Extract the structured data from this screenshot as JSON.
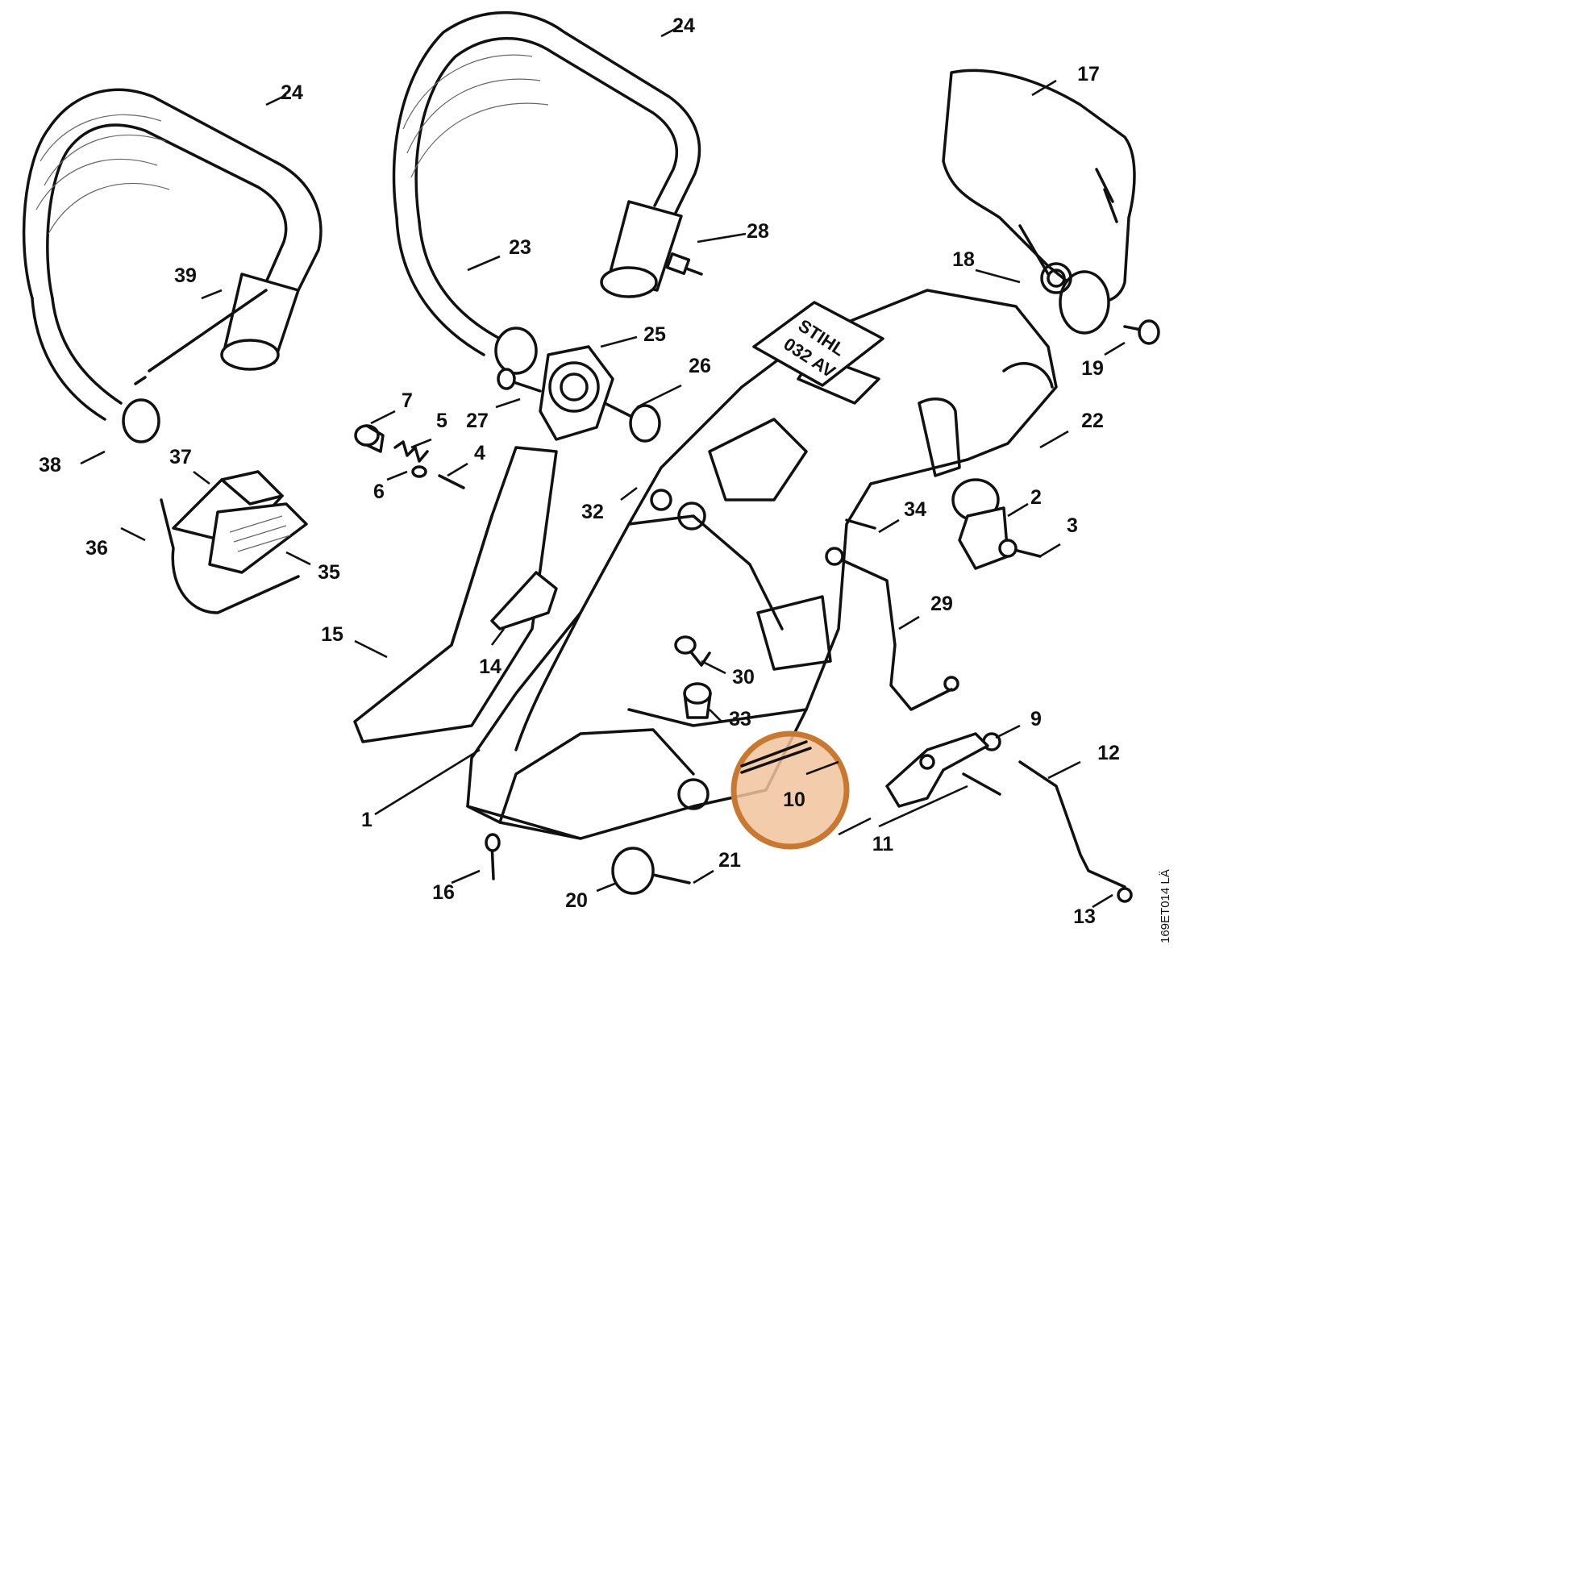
{
  "callouts": [
    {
      "label": "1"
    },
    {
      "label": "2"
    },
    {
      "label": "3"
    },
    {
      "label": "4"
    },
    {
      "label": "5"
    },
    {
      "label": "6"
    },
    {
      "label": "7"
    },
    {
      "label": "9"
    },
    {
      "label": "10"
    },
    {
      "label": "11"
    },
    {
      "label": "12"
    },
    {
      "label": "13"
    },
    {
      "label": "14"
    },
    {
      "label": "15"
    },
    {
      "label": "16"
    },
    {
      "label": "17"
    },
    {
      "label": "18"
    },
    {
      "label": "19"
    },
    {
      "label": "20"
    },
    {
      "label": "21"
    },
    {
      "label": "22"
    },
    {
      "label": "23"
    },
    {
      "label": "24"
    },
    {
      "label": "24"
    },
    {
      "label": "25"
    },
    {
      "label": "26"
    },
    {
      "label": "27"
    },
    {
      "label": "28"
    },
    {
      "label": "29"
    },
    {
      "label": "30"
    },
    {
      "label": "32"
    },
    {
      "label": "33"
    },
    {
      "label": "34"
    },
    {
      "label": "35"
    },
    {
      "label": "36"
    },
    {
      "label": "37"
    },
    {
      "label": "38"
    },
    {
      "label": "39"
    }
  ],
  "highlighted_callout": "10",
  "drawing_code": "169ET014 LÄ",
  "nameplate": {
    "line1": "STIHL",
    "line2": "032 AV"
  },
  "colors": {
    "line": "#111111",
    "highlight_fill": "#f0c39c",
    "highlight_stroke": "#c9782f",
    "background": "#ffffff"
  }
}
